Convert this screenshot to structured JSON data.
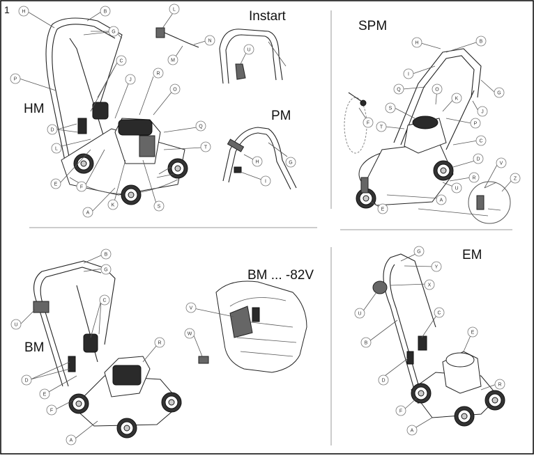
{
  "figure_number": "1",
  "panels": {
    "hm": {
      "title": "HM",
      "labels": [
        "H",
        "B",
        "G",
        "C",
        "P",
        "R",
        "J",
        "O",
        "D",
        "L",
        "Q",
        "T",
        "E",
        "F",
        "A",
        "K",
        "S"
      ]
    },
    "instart": {
      "title": "Instart",
      "labels": [
        "L",
        "N",
        "M",
        "U"
      ]
    },
    "pm": {
      "title": "PM",
      "labels": [
        "H",
        "G",
        "I"
      ]
    },
    "spm": {
      "title": "SPM",
      "labels": [
        "B",
        "H",
        "I",
        "Q",
        "O",
        "G",
        "S",
        "K",
        "J",
        "F",
        "T",
        "P",
        "C",
        "D",
        "V",
        "R",
        "U",
        "Z",
        "A",
        "E"
      ]
    },
    "bm": {
      "title": "BM",
      "labels": [
        "B",
        "G",
        "C",
        "U",
        "R",
        "D",
        "E",
        "F",
        "A"
      ]
    },
    "bm82": {
      "title": "BM ... -82V",
      "labels": [
        "V",
        "W"
      ]
    },
    "em": {
      "title": "EM",
      "labels": [
        "G",
        "Y",
        "X",
        "U",
        "C",
        "E",
        "B",
        "D",
        "R",
        "F",
        "A"
      ]
    }
  },
  "colors": {
    "border": "#000000",
    "divider": "#999999",
    "line": "#222222"
  }
}
